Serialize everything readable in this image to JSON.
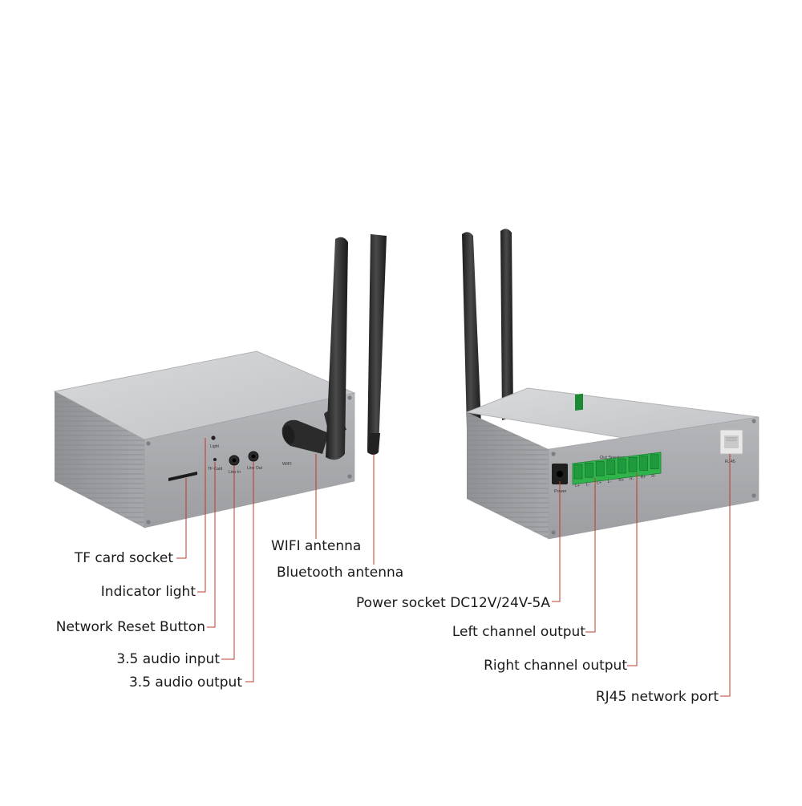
{
  "colors": {
    "leader": "#c0392b",
    "body": "#a9abae",
    "antenna": "#2a2a2a",
    "terminal": "#2fb34a"
  },
  "front_device": {
    "panel_labels": {
      "light": "Light",
      "tf_card": "TF Card",
      "line_in": "Line In",
      "line_out": "Line Out",
      "wifi": "WIFI"
    }
  },
  "back_device": {
    "panel_labels": {
      "power": "Power",
      "out_speaker": "Out Speaker",
      "terminals": [
        "L+",
        "L-",
        "L+",
        "L-",
        "R+",
        "R-",
        "R+",
        "R-"
      ],
      "rj45": "RJ45"
    }
  },
  "callouts": {
    "tf_card_socket": "TF card socket",
    "indicator_light": "Indicator light",
    "network_reset_button": "Network Reset Button",
    "audio_input": "3.5 audio input",
    "audio_output": "3.5 audio output",
    "wifi_antenna": "WIFI antenna",
    "bluetooth_antenna": "Bluetooth antenna",
    "power_socket": "Power socket DC12V/24V-5A",
    "left_channel_output": "Left channel output",
    "right_channel_output": "Right channel output",
    "rj45_network_port": "RJ45 network port"
  }
}
